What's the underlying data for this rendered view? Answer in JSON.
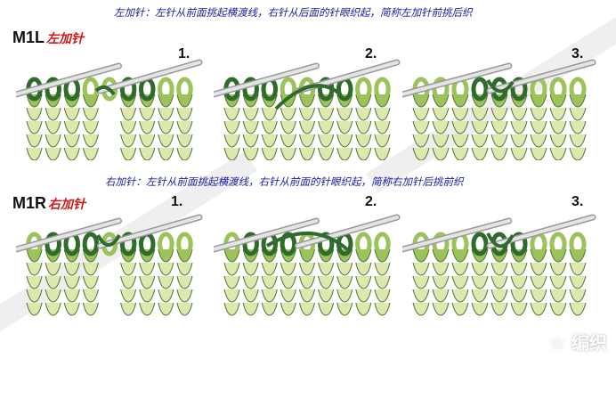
{
  "captions": {
    "top": "左加针：左针从前面挑起横渡线，右针从后面的针眼织起，简称左加针前挑后织",
    "bottom": "右加针：左针从前面挑起横渡线，右针从前面的针眼织起，简称右加针后挑前织"
  },
  "sections": [
    {
      "code": "M1L",
      "name": "左加针",
      "steps": [
        "1.",
        "2.",
        "3."
      ]
    },
    {
      "code": "M1R",
      "name": "右加针",
      "steps": [
        "1.",
        "2.",
        "3."
      ]
    }
  ],
  "colors": {
    "caption": "#1a1a9e",
    "title_cn": "#d01818",
    "yarn_light": "#dbe9ad",
    "yarn_mid": "#9cc25a",
    "yarn_dark": "#2f6b2a",
    "needle": "#e4e4e4"
  },
  "watermark": "编织"
}
